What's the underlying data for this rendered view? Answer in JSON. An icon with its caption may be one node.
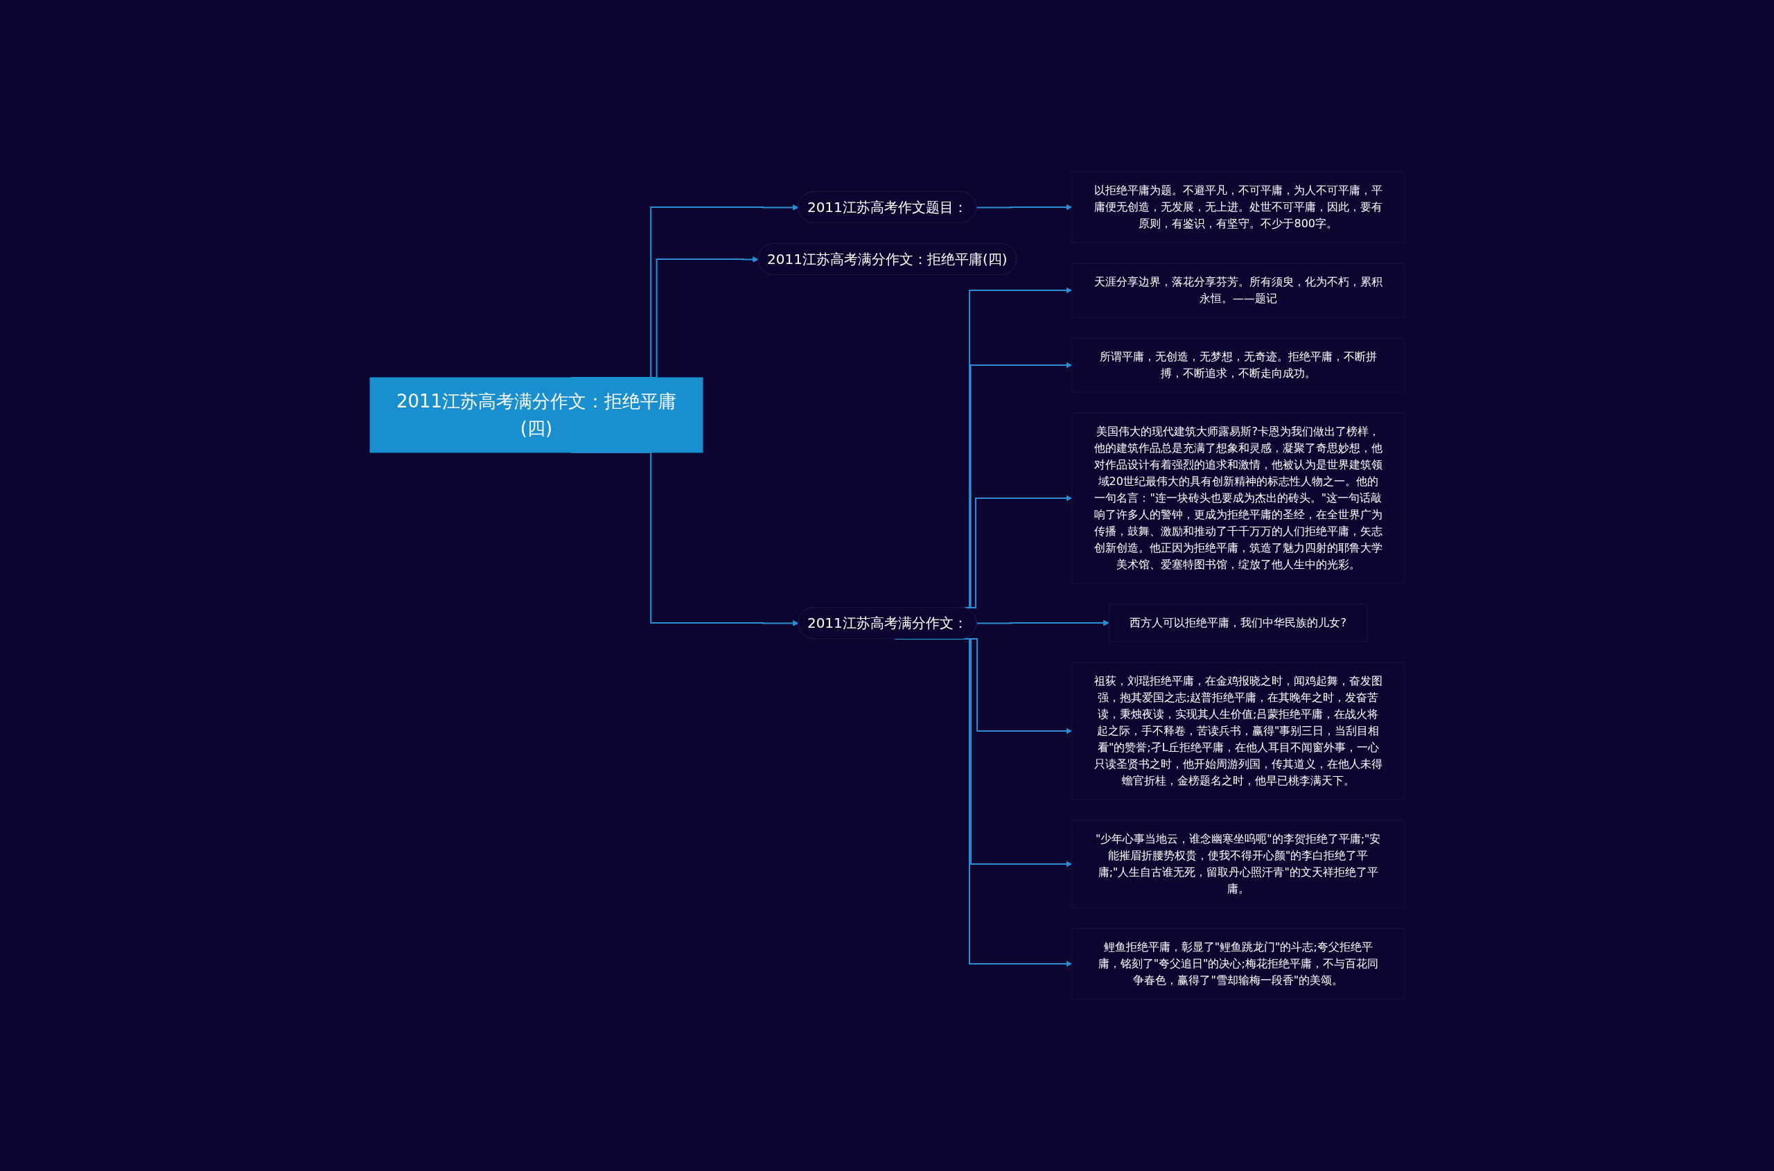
{
  "diagram": {
    "nodes": [
      {
        "text": [
          "2011江苏高考满分作文：拒绝平庸(四)"
        ]
      },
      {
        "text": [
          "2011江苏高考作文题目："
        ]
      },
      {
        "text": [
          "以拒绝平庸为题。不避平凡，不可平庸，为人不可平庸，平庸便无创造，无发展，无上进。处世不可平庸，因此，要有原则，有鉴识，有坚守。不少于800字。"
        ]
      },
      {
        "text": [
          "2011江苏高考满分作文：拒绝平庸(四)"
        ]
      },
      {
        "text": [
          "2011江苏高考满分作文："
        ]
      },
      {
        "text": [
          "天涯分享边界，落花分享芬芳。所有须臾，化为不朽，累积永恒。——题记"
        ]
      },
      {
        "text": [
          "所谓平庸，无创造，无梦想，无奇迹。拒绝平庸，不断拼搏，不断追求，不断走向成功。"
        ]
      },
      {
        "text": [
          "美国伟大的现代建筑大师露易斯?卡恩为我们做出了榜样，他的建筑作品总是充满了想象和灵感，凝聚了奇思妙想，他对作品设计有着强烈的追求和激情，他被认为是世界建筑领域20世纪最伟大的具有创新精神的标志性人物之一。他的一句名言：\"连一块砖头也要成为杰出的砖头。\"这一句话敲响了许多人的警钟，更成为拒绝平庸的圣经，在全世界广为传播，鼓舞、激励和推动了千千万万的人们拒绝平庸，矢志创新创造。他正因为拒绝平庸，筑造了魅力四射的耶鲁大学美术馆、爱塞特图书馆，绽放了他人生中的光彩。"
        ]
      },
      {
        "text": [
          "西方人可以拒绝平庸，我们中华民族的儿女?"
        ]
      },
      {
        "text": [
          "祖荻，刘琨拒绝平庸，在金鸡报晓之时，闻鸡起舞，奋发图强，抱其爱国之志;赵普拒绝平庸，在其晚年之时，发奋苦读，秉烛夜读，实现其人生价值;吕蒙拒绝平庸，在战火将起之际，手不释卷，苦读兵书，赢得\"事别三日，当刮目相看\"的赞誉;孑L丘拒绝平庸，在他人耳目不闻窗外事，一心只读圣贤书之时，他开始周游列国，传其道义，在他人未得蟾官折桂，金榜题名之时，他早已桃李满天下。"
        ]
      },
      {
        "text": [
          "\"少年心事当地云，谁念幽寒坐呜呃\"的李贺拒绝了平庸;\"安能摧眉折腰势权贵，使我不得开心颜\"的李白拒绝了平庸;\"人生自古谁无死，留取丹心照汗青\"的文天祥拒绝了平庸。"
        ]
      },
      {
        "text": [
          "鲤鱼拒绝平庸，彰显了\"鲤鱼跳龙门\"的斗志;夸父拒绝平庸，铭刻了\"夸父追日\"的决心;梅花拒绝平庸，不与百花同争春色，赢得了\"雪却输梅一段香\"的美颂。"
        ]
      }
    ],
    "edges": [
      {
        "from": 0,
        "to": 1,
        "arrow": "to"
      },
      {
        "from": 1,
        "to": 2,
        "arrow": "to"
      },
      {
        "from": 0,
        "to": 3,
        "arrow": "to"
      },
      {
        "from": 0,
        "to": 4,
        "arrow": "to"
      },
      {
        "from": 4,
        "to": 5,
        "arrow": "to"
      },
      {
        "from": 4,
        "to": 6,
        "arrow": "to"
      },
      {
        "from": 4,
        "to": 7,
        "arrow": "to"
      },
      {
        "from": 4,
        "to": 8,
        "arrow": "to"
      },
      {
        "from": 4,
        "to": 9,
        "arrow": "to"
      },
      {
        "from": 4,
        "to": 10,
        "arrow": "to"
      },
      {
        "from": 4,
        "to": 11,
        "arrow": "to"
      }
    ]
  }
}
